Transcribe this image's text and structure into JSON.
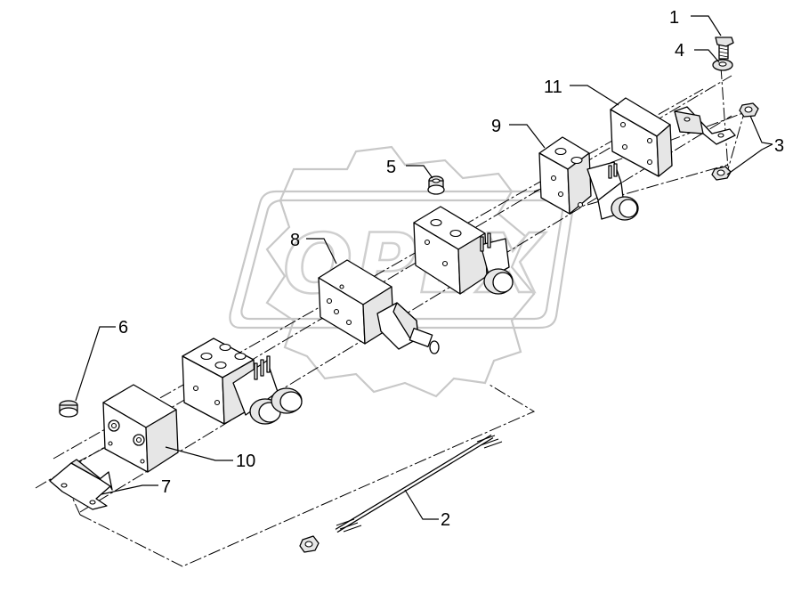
{
  "watermark": {
    "text": "OPEX"
  },
  "callouts": [
    {
      "id": "1",
      "label": "1"
    },
    {
      "id": "2",
      "label": "2"
    },
    {
      "id": "3",
      "label": "3"
    },
    {
      "id": "4",
      "label": "4"
    },
    {
      "id": "5",
      "label": "5"
    },
    {
      "id": "6",
      "label": "6"
    },
    {
      "id": "7",
      "label": "7"
    },
    {
      "id": "8",
      "label": "8"
    },
    {
      "id": "9",
      "label": "9"
    },
    {
      "id": "10",
      "label": "10"
    },
    {
      "id": "11",
      "label": "11"
    }
  ]
}
